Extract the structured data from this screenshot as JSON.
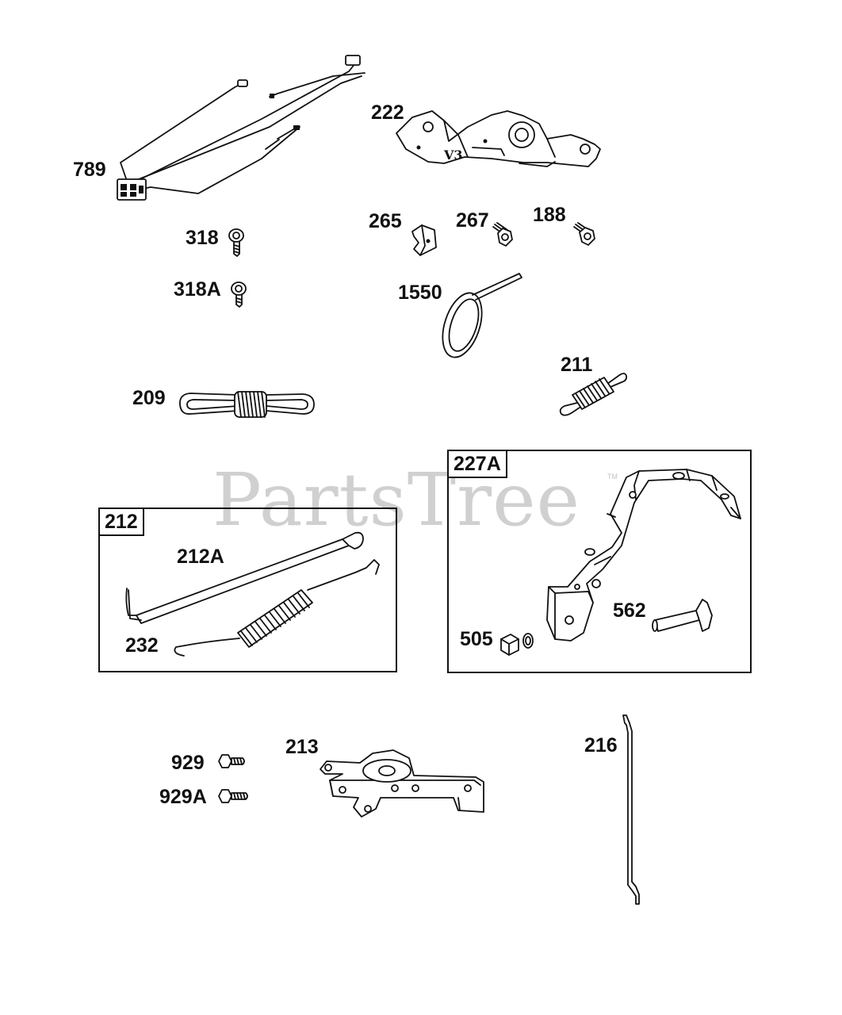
{
  "watermark": {
    "text": "PartsTree",
    "trademark": "TM"
  },
  "callouts": {
    "p789": "789",
    "p222": "222",
    "p318": "318",
    "p318a": "318A",
    "p265": "265",
    "p267": "267",
    "p188": "188",
    "p1550": "1550",
    "p209": "209",
    "p211": "211",
    "p212a": "212A",
    "p232": "232",
    "p562": "562",
    "p505": "505",
    "p929": "929",
    "p929a": "929A",
    "p213": "213",
    "p216": "216"
  },
  "groups": {
    "g212": "212",
    "g227a": "227A"
  },
  "part_marking": {
    "v3": "V3"
  }
}
